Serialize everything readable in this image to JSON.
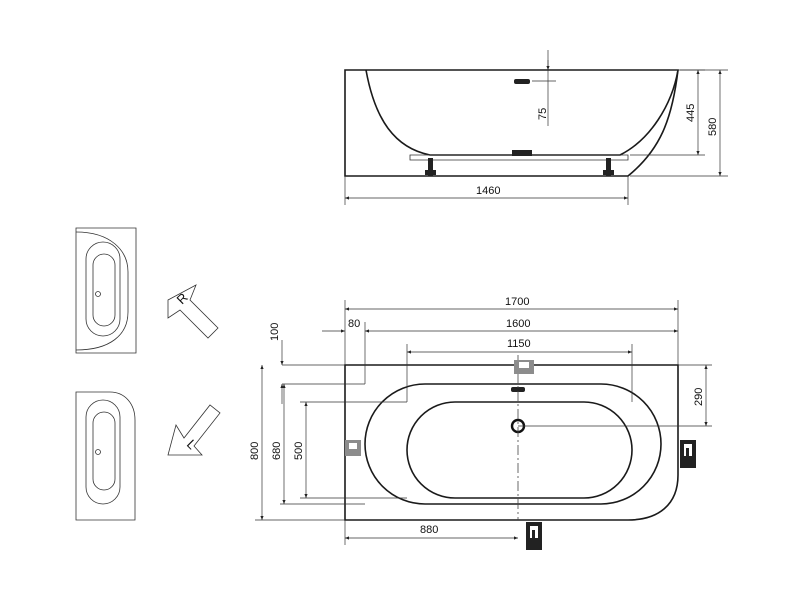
{
  "side_view": {
    "dims": {
      "length_bottom": "1460",
      "rim_drain": "75",
      "inner_height": "445",
      "total_height": "580"
    }
  },
  "plan_view": {
    "dims": {
      "total_length": "1700",
      "inner_length": "1600",
      "basin_length": "1150",
      "offset_left": "80",
      "offset_top": "100",
      "right_offset": "290",
      "total_width": "800",
      "inner_width": "680",
      "basin_width": "500",
      "drain_pos": "880"
    }
  },
  "orientation": {
    "right_label": "R",
    "left_label": "L"
  }
}
